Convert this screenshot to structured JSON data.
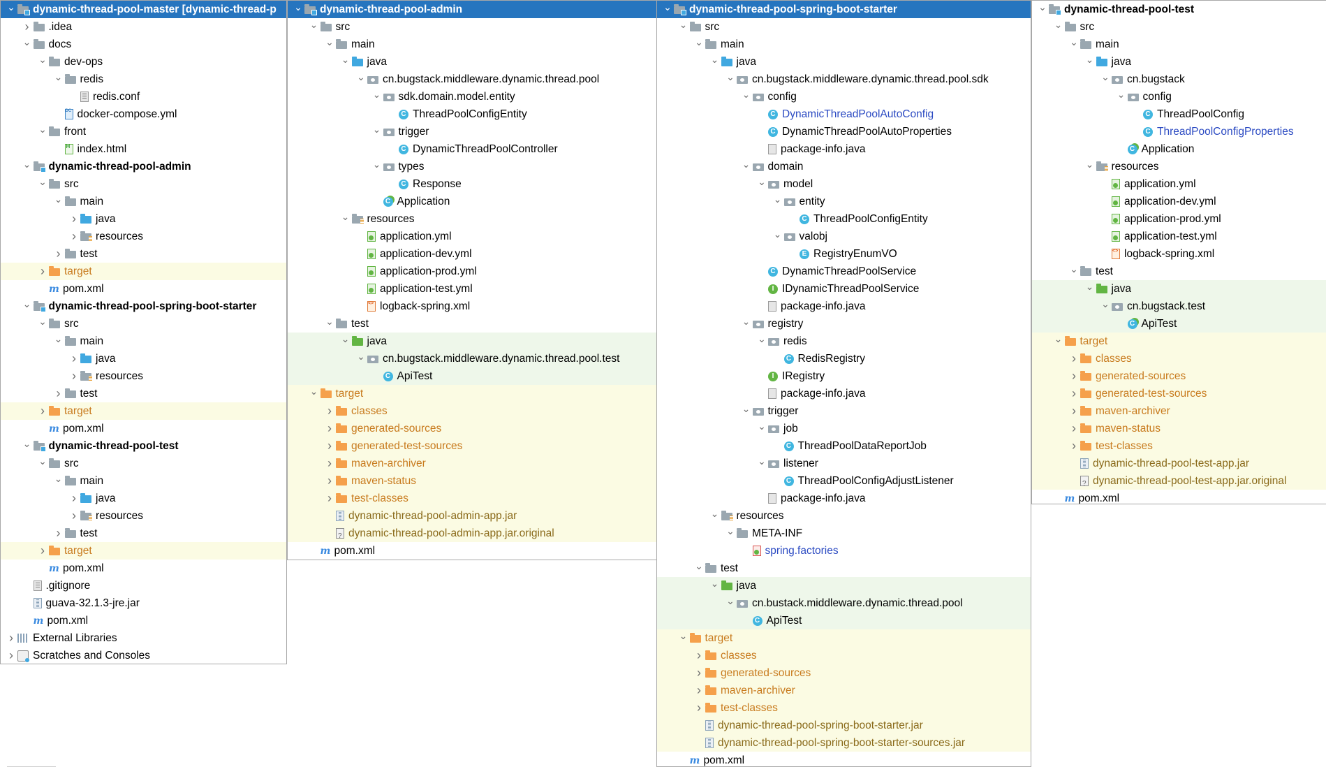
{
  "panels": [
    {
      "id": "p1",
      "rows": [
        {
          "d": 0,
          "a": "v",
          "icon": "folder module",
          "text": "dynamic-thread-pool-master [dynamic-thread-p",
          "sel": true
        },
        {
          "d": 1,
          "a": ">",
          "icon": "folder",
          "text": ".idea"
        },
        {
          "d": 1,
          "a": "v",
          "icon": "folder",
          "text": "docs"
        },
        {
          "d": 2,
          "a": "v",
          "icon": "folder",
          "text": "dev-ops"
        },
        {
          "d": 3,
          "a": "v",
          "icon": "folder",
          "text": "redis"
        },
        {
          "d": 4,
          "a": "",
          "icon": "file conf",
          "text": "redis.conf"
        },
        {
          "d": 3,
          "a": "",
          "icon": "file dc",
          "text": "docker-compose.yml"
        },
        {
          "d": 2,
          "a": "v",
          "icon": "folder",
          "text": "front"
        },
        {
          "d": 3,
          "a": "",
          "icon": "file html",
          "text": "index.html"
        },
        {
          "d": 1,
          "a": "v",
          "icon": "folder module",
          "text": "dynamic-thread-pool-admin",
          "cls": "bold"
        },
        {
          "d": 2,
          "a": "v",
          "icon": "folder",
          "text": "src"
        },
        {
          "d": 3,
          "a": "v",
          "icon": "folder",
          "text": "main"
        },
        {
          "d": 4,
          "a": ">",
          "icon": "folder blue",
          "text": "java"
        },
        {
          "d": 4,
          "a": ">",
          "icon": "folder res",
          "text": "resources"
        },
        {
          "d": 3,
          "a": ">",
          "icon": "folder",
          "text": "test"
        },
        {
          "d": 2,
          "a": ">",
          "icon": "folder orange",
          "text": "target",
          "cls": "orange",
          "hl": "y"
        },
        {
          "d": 2,
          "a": "",
          "icon": "mvn",
          "text": "pom.xml"
        },
        {
          "d": 1,
          "a": "v",
          "icon": "folder module",
          "text": "dynamic-thread-pool-spring-boot-starter",
          "cls": "bold"
        },
        {
          "d": 2,
          "a": "v",
          "icon": "folder",
          "text": "src"
        },
        {
          "d": 3,
          "a": "v",
          "icon": "folder",
          "text": "main"
        },
        {
          "d": 4,
          "a": ">",
          "icon": "folder blue",
          "text": "java"
        },
        {
          "d": 4,
          "a": ">",
          "icon": "folder res",
          "text": "resources"
        },
        {
          "d": 3,
          "a": ">",
          "icon": "folder",
          "text": "test"
        },
        {
          "d": 2,
          "a": ">",
          "icon": "folder orange",
          "text": "target",
          "cls": "orange",
          "hl": "y"
        },
        {
          "d": 2,
          "a": "",
          "icon": "mvn",
          "text": "pom.xml"
        },
        {
          "d": 1,
          "a": "v",
          "icon": "folder module",
          "text": "dynamic-thread-pool-test",
          "cls": "bold"
        },
        {
          "d": 2,
          "a": "v",
          "icon": "folder",
          "text": "src"
        },
        {
          "d": 3,
          "a": "v",
          "icon": "folder",
          "text": "main"
        },
        {
          "d": 4,
          "a": ">",
          "icon": "folder blue",
          "text": "java"
        },
        {
          "d": 4,
          "a": ">",
          "icon": "folder res",
          "text": "resources"
        },
        {
          "d": 3,
          "a": ">",
          "icon": "folder",
          "text": "test"
        },
        {
          "d": 2,
          "a": ">",
          "icon": "folder orange",
          "text": "target",
          "cls": "orange",
          "hl": "y"
        },
        {
          "d": 2,
          "a": "",
          "icon": "mvn",
          "text": "pom.xml"
        },
        {
          "d": 1,
          "a": "",
          "icon": "file gitignore",
          "text": ".gitignore"
        },
        {
          "d": 1,
          "a": "",
          "icon": "file jar",
          "text": "guava-32.1.3-jre.jar"
        },
        {
          "d": 1,
          "a": "",
          "icon": "mvn",
          "text": "pom.xml"
        },
        {
          "d": 0,
          "a": ">",
          "icon": "lib",
          "text": "External Libraries"
        },
        {
          "d": 0,
          "a": ">",
          "icon": "scratch",
          "text": "Scratches and Consoles"
        }
      ]
    },
    {
      "id": "p2",
      "rows": [
        {
          "d": 0,
          "a": "v",
          "icon": "folder module",
          "text": "dynamic-thread-pool-admin",
          "sel": true
        },
        {
          "d": 1,
          "a": "v",
          "icon": "folder",
          "text": "src"
        },
        {
          "d": 2,
          "a": "v",
          "icon": "folder",
          "text": "main"
        },
        {
          "d": 3,
          "a": "v",
          "icon": "folder blue",
          "text": "java"
        },
        {
          "d": 4,
          "a": "v",
          "icon": "pkg",
          "text": "cn.bugstack.middleware.dynamic.thread.pool"
        },
        {
          "d": 5,
          "a": "v",
          "icon": "pkg",
          "text": "sdk.domain.model.entity"
        },
        {
          "d": 6,
          "a": "",
          "icon": "cls",
          "text": "ThreadPoolConfigEntity"
        },
        {
          "d": 5,
          "a": "v",
          "icon": "pkg",
          "text": "trigger"
        },
        {
          "d": 6,
          "a": "",
          "icon": "cls",
          "text": "DynamicThreadPoolController"
        },
        {
          "d": 5,
          "a": "v",
          "icon": "pkg",
          "text": "types"
        },
        {
          "d": 6,
          "a": "",
          "icon": "cls",
          "text": "Response"
        },
        {
          "d": 5,
          "a": "",
          "icon": "app",
          "text": "Application"
        },
        {
          "d": 3,
          "a": "v",
          "icon": "folder res",
          "text": "resources"
        },
        {
          "d": 4,
          "a": "",
          "icon": "file yml",
          "text": "application.yml"
        },
        {
          "d": 4,
          "a": "",
          "icon": "file yml",
          "text": "application-dev.yml"
        },
        {
          "d": 4,
          "a": "",
          "icon": "file yml",
          "text": "application-prod.yml"
        },
        {
          "d": 4,
          "a": "",
          "icon": "file yml",
          "text": "application-test.yml"
        },
        {
          "d": 4,
          "a": "",
          "icon": "file xml",
          "text": "logback-spring.xml"
        },
        {
          "d": 2,
          "a": "v",
          "icon": "folder",
          "text": "test"
        },
        {
          "d": 3,
          "a": "v",
          "icon": "folder green",
          "text": "java",
          "hl": "g"
        },
        {
          "d": 4,
          "a": "v",
          "icon": "pkg",
          "text": "cn.bugstack.middleware.dynamic.thread.pool.test",
          "hl": "g"
        },
        {
          "d": 5,
          "a": "",
          "icon": "cls",
          "text": "ApiTest",
          "hl": "g"
        },
        {
          "d": 1,
          "a": "v",
          "icon": "folder orange",
          "text": "target",
          "cls": "orange",
          "hl": "y"
        },
        {
          "d": 2,
          "a": ">",
          "icon": "folder orange",
          "text": "classes",
          "cls": "orange",
          "hl": "y"
        },
        {
          "d": 2,
          "a": ">",
          "icon": "folder orange",
          "text": "generated-sources",
          "cls": "orange",
          "hl": "y"
        },
        {
          "d": 2,
          "a": ">",
          "icon": "folder orange",
          "text": "generated-test-sources",
          "cls": "orange",
          "hl": "y"
        },
        {
          "d": 2,
          "a": ">",
          "icon": "folder orange",
          "text": "maven-archiver",
          "cls": "orange",
          "hl": "y"
        },
        {
          "d": 2,
          "a": ">",
          "icon": "folder orange",
          "text": "maven-status",
          "cls": "orange",
          "hl": "y"
        },
        {
          "d": 2,
          "a": ">",
          "icon": "folder orange",
          "text": "test-classes",
          "cls": "orange",
          "hl": "y"
        },
        {
          "d": 2,
          "a": "",
          "icon": "file jar",
          "text": "dynamic-thread-pool-admin-app.jar",
          "cls": "muted",
          "hl": "y"
        },
        {
          "d": 2,
          "a": "",
          "icon": "file jarq",
          "text": "dynamic-thread-pool-admin-app.jar.original",
          "cls": "muted",
          "hl": "y"
        },
        {
          "d": 1,
          "a": "",
          "icon": "mvn",
          "text": "pom.xml"
        }
      ]
    },
    {
      "id": "p3",
      "rows": [
        {
          "d": 0,
          "a": "v",
          "icon": "folder module",
          "text": "dynamic-thread-pool-spring-boot-starter",
          "sel": true
        },
        {
          "d": 1,
          "a": "v",
          "icon": "folder",
          "text": "src"
        },
        {
          "d": 2,
          "a": "v",
          "icon": "folder",
          "text": "main"
        },
        {
          "d": 3,
          "a": "v",
          "icon": "folder blue",
          "text": "java"
        },
        {
          "d": 4,
          "a": "v",
          "icon": "pkg",
          "text": "cn.bugstack.middleware.dynamic.thread.pool.sdk"
        },
        {
          "d": 5,
          "a": "v",
          "icon": "pkg",
          "text": "config"
        },
        {
          "d": 6,
          "a": "",
          "icon": "cls",
          "text": "DynamicThreadPoolAutoConfig",
          "cls": "link"
        },
        {
          "d": 6,
          "a": "",
          "icon": "cls",
          "text": "DynamicThreadPoolAutoProperties"
        },
        {
          "d": 6,
          "a": "",
          "icon": "file java",
          "text": "package-info.java"
        },
        {
          "d": 5,
          "a": "v",
          "icon": "pkg",
          "text": "domain"
        },
        {
          "d": 6,
          "a": "v",
          "icon": "pkg",
          "text": "model"
        },
        {
          "d": 7,
          "a": "v",
          "icon": "pkg",
          "text": "entity"
        },
        {
          "d": 8,
          "a": "",
          "icon": "cls",
          "text": "ThreadPoolConfigEntity"
        },
        {
          "d": 7,
          "a": "v",
          "icon": "pkg",
          "text": "valobj"
        },
        {
          "d": 8,
          "a": "",
          "icon": "cls e",
          "text": "RegistryEnumVO"
        },
        {
          "d": 6,
          "a": "",
          "icon": "cls",
          "text": "DynamicThreadPoolService"
        },
        {
          "d": 6,
          "a": "",
          "icon": "cls i",
          "text": "IDynamicThreadPoolService"
        },
        {
          "d": 6,
          "a": "",
          "icon": "file java",
          "text": "package-info.java"
        },
        {
          "d": 5,
          "a": "v",
          "icon": "pkg",
          "text": "registry"
        },
        {
          "d": 6,
          "a": "v",
          "icon": "pkg",
          "text": "redis"
        },
        {
          "d": 7,
          "a": "",
          "icon": "cls",
          "text": "RedisRegistry"
        },
        {
          "d": 6,
          "a": "",
          "icon": "cls i",
          "text": "IRegistry"
        },
        {
          "d": 6,
          "a": "",
          "icon": "file java",
          "text": "package-info.java"
        },
        {
          "d": 5,
          "a": "v",
          "icon": "pkg",
          "text": "trigger"
        },
        {
          "d": 6,
          "a": "v",
          "icon": "pkg",
          "text": "job"
        },
        {
          "d": 7,
          "a": "",
          "icon": "cls",
          "text": "ThreadPoolDataReportJob"
        },
        {
          "d": 6,
          "a": "v",
          "icon": "pkg",
          "text": "listener"
        },
        {
          "d": 7,
          "a": "",
          "icon": "cls",
          "text": "ThreadPoolConfigAdjustListener"
        },
        {
          "d": 6,
          "a": "",
          "icon": "file java",
          "text": "package-info.java"
        },
        {
          "d": 3,
          "a": "v",
          "icon": "folder res",
          "text": "resources"
        },
        {
          "d": 4,
          "a": "v",
          "icon": "folder",
          "text": "META-INF"
        },
        {
          "d": 5,
          "a": "",
          "icon": "file spring",
          "text": "spring.factories",
          "cls": "link"
        },
        {
          "d": 2,
          "a": "v",
          "icon": "folder",
          "text": "test"
        },
        {
          "d": 3,
          "a": "v",
          "icon": "folder green",
          "text": "java",
          "hl": "g"
        },
        {
          "d": 4,
          "a": "v",
          "icon": "pkg",
          "text": "cn.bustack.middleware.dynamic.thread.pool",
          "hl": "g"
        },
        {
          "d": 5,
          "a": "",
          "icon": "cls",
          "text": "ApiTest",
          "hl": "g"
        },
        {
          "d": 1,
          "a": "v",
          "icon": "folder orange",
          "text": "target",
          "cls": "orange",
          "hl": "y"
        },
        {
          "d": 2,
          "a": ">",
          "icon": "folder orange",
          "text": "classes",
          "cls": "orange",
          "hl": "y"
        },
        {
          "d": 2,
          "a": ">",
          "icon": "folder orange",
          "text": "generated-sources",
          "cls": "orange",
          "hl": "y"
        },
        {
          "d": 2,
          "a": ">",
          "icon": "folder orange",
          "text": "maven-archiver",
          "cls": "orange",
          "hl": "y"
        },
        {
          "d": 2,
          "a": ">",
          "icon": "folder orange",
          "text": "test-classes",
          "cls": "orange",
          "hl": "y"
        },
        {
          "d": 2,
          "a": "",
          "icon": "file jar",
          "text": "dynamic-thread-pool-spring-boot-starter.jar",
          "cls": "muted",
          "hl": "y"
        },
        {
          "d": 2,
          "a": "",
          "icon": "file jar",
          "text": "dynamic-thread-pool-spring-boot-starter-sources.jar",
          "cls": "muted",
          "hl": "y"
        },
        {
          "d": 1,
          "a": "",
          "icon": "mvn",
          "text": "pom.xml"
        }
      ]
    },
    {
      "id": "p4",
      "rows": [
        {
          "d": 0,
          "a": "v",
          "icon": "folder module",
          "text": "dynamic-thread-pool-test",
          "cls": "bold"
        },
        {
          "d": 1,
          "a": "v",
          "icon": "folder",
          "text": "src"
        },
        {
          "d": 2,
          "a": "v",
          "icon": "folder",
          "text": "main"
        },
        {
          "d": 3,
          "a": "v",
          "icon": "folder blue",
          "text": "java"
        },
        {
          "d": 4,
          "a": "v",
          "icon": "pkg",
          "text": "cn.bugstack"
        },
        {
          "d": 5,
          "a": "v",
          "icon": "pkg",
          "text": "config"
        },
        {
          "d": 6,
          "a": "",
          "icon": "cls",
          "text": "ThreadPoolConfig"
        },
        {
          "d": 6,
          "a": "",
          "icon": "cls",
          "text": "ThreadPoolConfigProperties",
          "cls": "link"
        },
        {
          "d": 5,
          "a": "",
          "icon": "app",
          "text": "Application"
        },
        {
          "d": 3,
          "a": "v",
          "icon": "folder res",
          "text": "resources"
        },
        {
          "d": 4,
          "a": "",
          "icon": "file yml",
          "text": "application.yml"
        },
        {
          "d": 4,
          "a": "",
          "icon": "file yml",
          "text": "application-dev.yml"
        },
        {
          "d": 4,
          "a": "",
          "icon": "file yml",
          "text": "application-prod.yml"
        },
        {
          "d": 4,
          "a": "",
          "icon": "file yml",
          "text": "application-test.yml"
        },
        {
          "d": 4,
          "a": "",
          "icon": "file xml",
          "text": "logback-spring.xml"
        },
        {
          "d": 2,
          "a": "v",
          "icon": "folder",
          "text": "test"
        },
        {
          "d": 3,
          "a": "v",
          "icon": "folder green",
          "text": "java",
          "hl": "g"
        },
        {
          "d": 4,
          "a": "v",
          "icon": "pkg",
          "text": "cn.bugstack.test",
          "hl": "g"
        },
        {
          "d": 5,
          "a": "",
          "icon": "app",
          "text": "ApiTest",
          "hl": "g"
        },
        {
          "d": 1,
          "a": "v",
          "icon": "folder orange",
          "text": "target",
          "cls": "orange",
          "hl": "y"
        },
        {
          "d": 2,
          "a": ">",
          "icon": "folder orange",
          "text": "classes",
          "cls": "orange",
          "hl": "y"
        },
        {
          "d": 2,
          "a": ">",
          "icon": "folder orange",
          "text": "generated-sources",
          "cls": "orange",
          "hl": "y"
        },
        {
          "d": 2,
          "a": ">",
          "icon": "folder orange",
          "text": "generated-test-sources",
          "cls": "orange",
          "hl": "y"
        },
        {
          "d": 2,
          "a": ">",
          "icon": "folder orange",
          "text": "maven-archiver",
          "cls": "orange",
          "hl": "y"
        },
        {
          "d": 2,
          "a": ">",
          "icon": "folder orange",
          "text": "maven-status",
          "cls": "orange",
          "hl": "y"
        },
        {
          "d": 2,
          "a": ">",
          "icon": "folder orange",
          "text": "test-classes",
          "cls": "orange",
          "hl": "y"
        },
        {
          "d": 2,
          "a": "",
          "icon": "file jar",
          "text": "dynamic-thread-pool-test-app.jar",
          "cls": "muted",
          "hl": "y"
        },
        {
          "d": 2,
          "a": "",
          "icon": "file jarq",
          "text": "dynamic-thread-pool-test-app.jar.original",
          "cls": "muted",
          "hl": "y"
        },
        {
          "d": 1,
          "a": "",
          "icon": "mvn",
          "text": "pom.xml"
        }
      ]
    }
  ]
}
